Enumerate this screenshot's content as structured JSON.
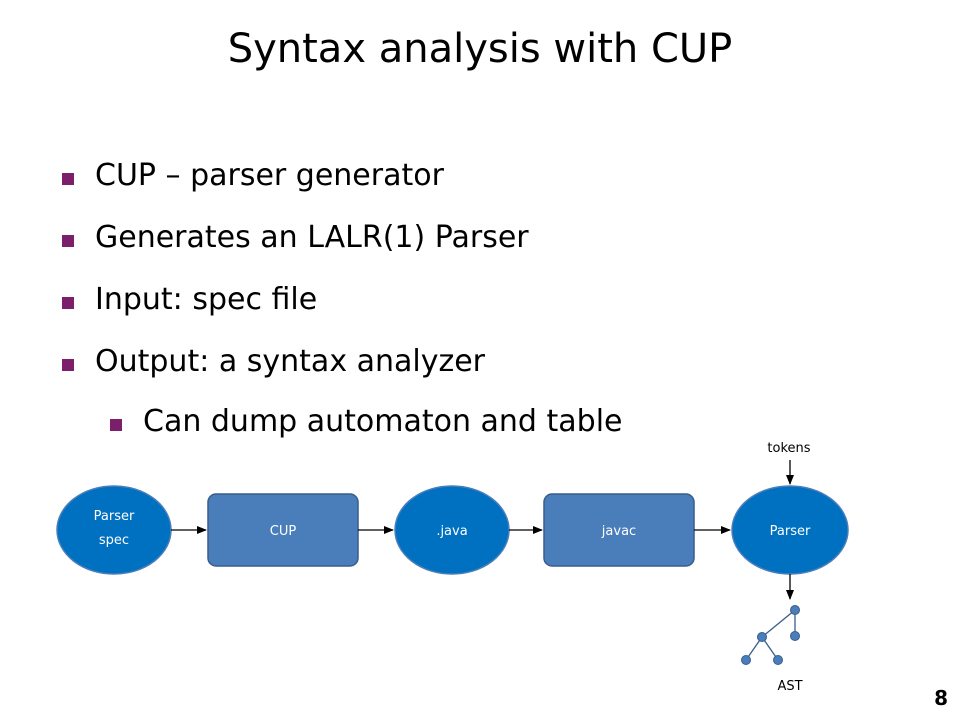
{
  "slide": {
    "title": "Syntax analysis with CUP",
    "bullets": [
      {
        "text": "CUP – parser generator"
      },
      {
        "text": "Generates an LALR(1) Parser"
      },
      {
        "text": "Input: spec file"
      },
      {
        "text": "Output: a syntax analyzer"
      },
      {
        "text": "Can dump automaton and table"
      }
    ],
    "page_number": "8"
  },
  "diagram": {
    "nodes": {
      "parser_spec_line1": "Parser",
      "parser_spec_line2": "spec",
      "cup": "CUP",
      "java": ".java",
      "javac": "javac",
      "parser": "Parser"
    },
    "tokens_label": "tokens",
    "ast_label": "AST"
  },
  "colors": {
    "bullet": "#7b1f6b",
    "ellipse_fill": "#0070c0",
    "box_fill": "#4a7ebb",
    "edge": "#2f4f7f"
  }
}
